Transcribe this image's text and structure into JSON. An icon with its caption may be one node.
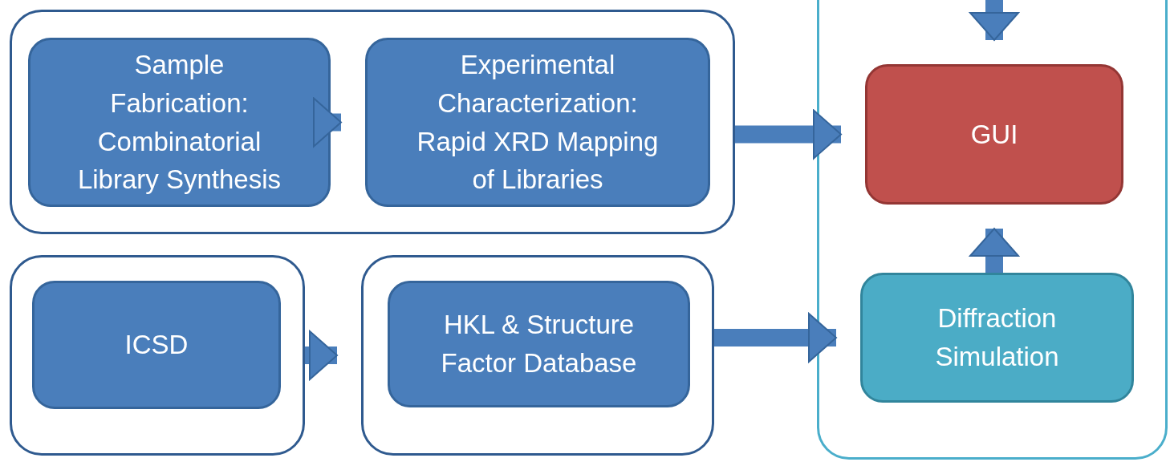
{
  "diagram": {
    "nodes": [
      {
        "text": [],
        "shape": "box"
      },
      {
        "text": [
          "Sample Fabrication: Combinatorial Library Synthesis"
        ],
        "in": 0
      },
      {
        "text": [
          "Experimental Characterization: Rapid XRD Mapping of Libraries"
        ],
        "in": 0
      },
      {
        "text": [],
        "shape": "box"
      },
      {
        "text": [
          "ICSD"
        ],
        "in": 3
      },
      {
        "text": [],
        "shape": "box"
      },
      {
        "text": [
          "HKL & Structure Factor Database"
        ],
        "in": 5
      },
      {
        "text": [],
        "shape": "box"
      },
      {
        "text": [
          "GUI"
        ],
        "in": 7
      },
      {
        "text": [
          "Diffraction Simulation"
        ],
        "in": 7
      }
    ],
    "edges": [
      {
        "from": 1,
        "to": 2,
        "arrow": "to"
      },
      {
        "from": 0,
        "to": 8,
        "arrow": "to"
      },
      {
        "from": 3,
        "to": 5,
        "arrow": "to"
      },
      {
        "from": 5,
        "to": 9,
        "arrow": "to"
      },
      {
        "from": 9,
        "to": 8,
        "arrow": "to"
      },
      {
        "from": null,
        "to": 8,
        "arrow": "to"
      }
    ]
  }
}
